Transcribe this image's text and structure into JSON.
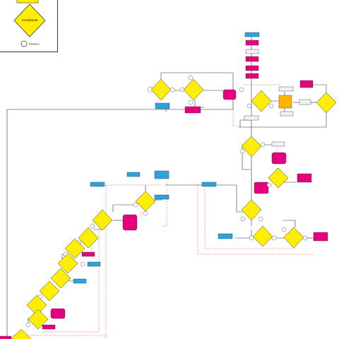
{
  "legend": {
    "conditional_label": "Conditional",
    "boolean_label": "Boolean"
  },
  "colors": {
    "conditional": "#ffee00",
    "process": "#e6007e",
    "action": "#2aa4e0",
    "neutral": "#f2f2f2",
    "orange": "#ffb400",
    "line": "#333333",
    "dashed": "#e8463c"
  },
  "diagram": {
    "description_nodes": "flowchart with conditional diamonds, boolean circles, magenta process boxes and blue action boxes"
  }
}
